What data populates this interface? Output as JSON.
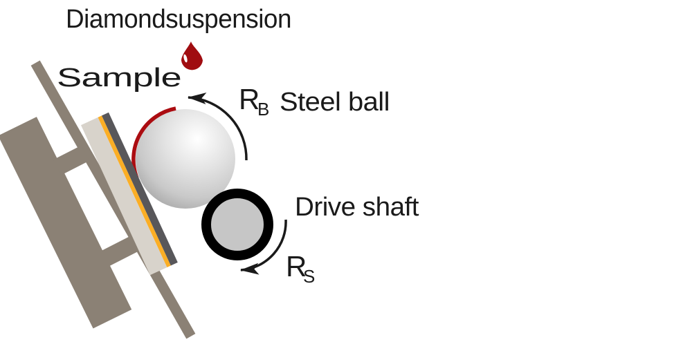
{
  "diagram": {
    "labels": {
      "diamond_suspension": "Diamondsuspension",
      "sample": "Sample",
      "steel_ball": "Steel ball",
      "drive_shaft": "Drive shaft",
      "ball_rotation": "R",
      "ball_rotation_sub": "B",
      "shaft_rotation": "R",
      "shaft_rotation_sub": "S"
    },
    "colors": {
      "background": "#FFFFFF",
      "ink": "#1A1A1A",
      "holder_taupe": "#8B8175",
      "sample_beige": "#D8D3CB",
      "coating_orange": "#FBAE25",
      "substrate_gray": "#58575A",
      "wear_track_red": "#AB0C11",
      "droplet_red": "#A00C10",
      "droplet_gloss": "#FFFFFF",
      "ball_highlight": "#FFFFFF",
      "ball_mid": "#E3E3E3",
      "ball_shade": "#C9C9C9",
      "ball_edge": "#A3A3A3",
      "shaft_core": "#C6C6C6",
      "shaft_ring": "#000000"
    }
  }
}
